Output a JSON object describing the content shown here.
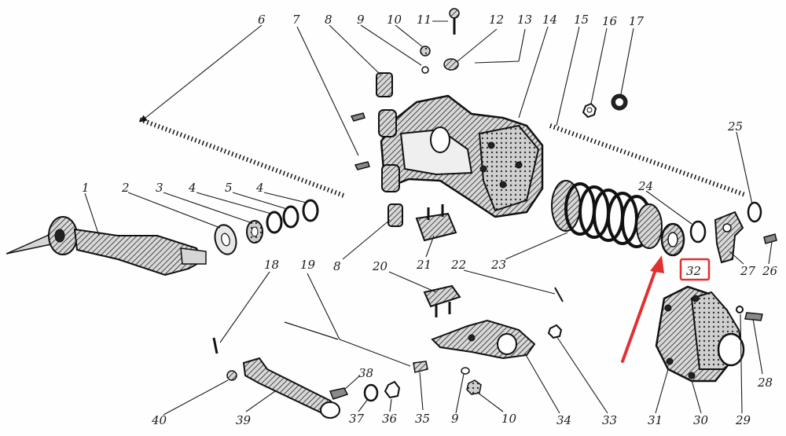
{
  "diagram": {
    "callouts": [
      "1",
      "2",
      "3",
      "4",
      "5",
      "4",
      "6",
      "7",
      "8",
      "8",
      "9",
      "9",
      "10",
      "10",
      "11",
      "12",
      "13",
      "14",
      "15",
      "16",
      "17",
      "18",
      "19",
      "20",
      "21",
      "22",
      "23",
      "24",
      "25",
      "26",
      "27",
      "28",
      "29",
      "30",
      "31",
      "32",
      "33",
      "34",
      "35",
      "36",
      "37",
      "38",
      "39",
      "40"
    ],
    "highlight": {
      "label": "32",
      "box_color": "#e03131",
      "arrow_color": "#e03131"
    }
  }
}
